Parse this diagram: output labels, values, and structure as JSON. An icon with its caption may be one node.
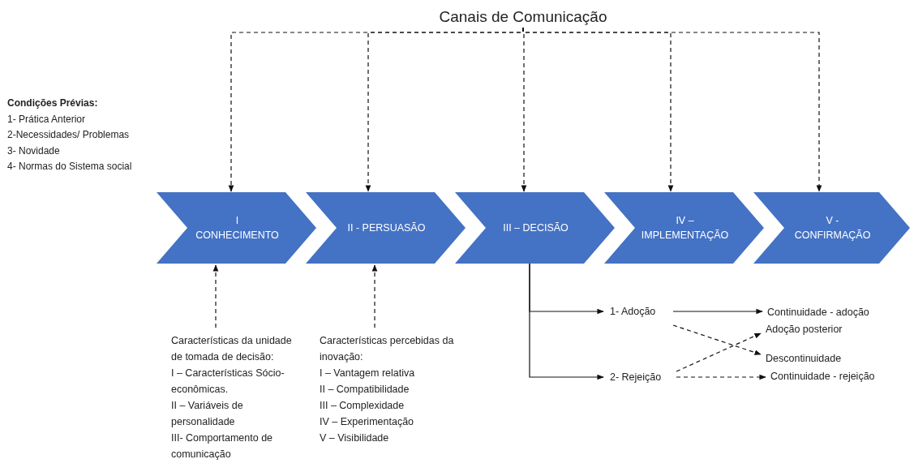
{
  "diagram": {
    "nodes": [
      {
        "text": [
          "Canais de Comunicação"
        ]
      },
      {
        "text": [
          "I CONHECIMENTO"
        ]
      },
      {
        "text": [
          "II - PERSUASÃO"
        ]
      },
      {
        "text": [
          "III – DECISÃO"
        ]
      },
      {
        "text": [
          "IV – IMPLEMENTAÇÃO"
        ]
      },
      {
        "text": [
          "V - CONFIRMAÇÃO"
        ]
      },
      {
        "text": [
          "Características da unidade de tomada de decisão:",
          "I – Características Sócio-econômicas.",
          "II – Variáveis de personalidade",
          "III- Comportamento de comunicação"
        ]
      },
      {
        "text": [
          "Características percebidas da inovação:",
          "I – Vantagem relativa",
          "II – Compatibilidade",
          "III – Complexidade",
          "IV –  Experimentação",
          "V –  Visibilidade"
        ]
      },
      {
        "text": [
          "1- Adoção"
        ]
      },
      {
        "text": [
          "2- Rejeição"
        ]
      },
      {
        "text": [
          "Continuidade - adoção"
        ]
      },
      {
        "text": [
          "Adoção posterior"
        ]
      },
      {
        "text": [
          "Descontinuidade"
        ]
      },
      {
        "text": [
          "Continuidade - rejeição"
        ]
      }
    ],
    "edges": [
      {
        "from": 0,
        "to": 1,
        "arrow": "to",
        "style": "dashed"
      },
      {
        "from": 0,
        "to": 2,
        "arrow": "to",
        "style": "dashed"
      },
      {
        "from": 0,
        "to": 3,
        "arrow": "to",
        "style": "dashed"
      },
      {
        "from": 0,
        "to": 4,
        "arrow": "to",
        "style": "dashed"
      },
      {
        "from": 0,
        "to": 5,
        "arrow": "to",
        "style": "dashed"
      },
      {
        "from": 6,
        "to": 1,
        "arrow": "to",
        "style": "dashed"
      },
      {
        "from": 7,
        "to": 2,
        "arrow": "to",
        "style": "dashed"
      },
      {
        "from": 3,
        "to": 8,
        "arrow": "to"
      },
      {
        "from": 3,
        "to": 9,
        "arrow": "to"
      },
      {
        "from": 8,
        "to": 10,
        "arrow": "to"
      },
      {
        "from": 8,
        "to": 12,
        "arrow": "to",
        "style": "dashed"
      },
      {
        "from": 9,
        "to": 11,
        "arrow": "to",
        "style": "dashed"
      },
      {
        "from": 9,
        "to": 13,
        "arrow": "to",
        "style": "dashed"
      }
    ],
    "labels": [
      "Condições Prévias:",
      "1- Prática Anterior",
      "2-Necessidades/ Problemas",
      "3- Novidade",
      "4- Normas do Sistema social"
    ]
  }
}
